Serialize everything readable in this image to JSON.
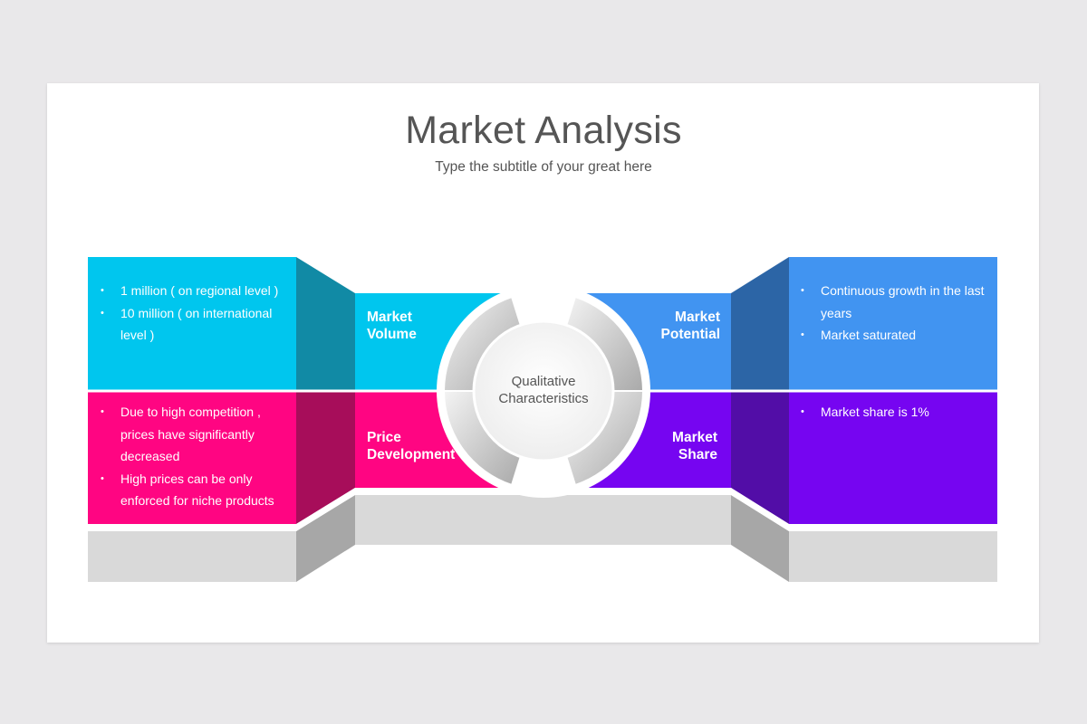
{
  "title": "Market Analysis",
  "subtitle": "Type the subtitle of your great here",
  "center": {
    "line1": "Qualitative",
    "line2": "Characteristics"
  },
  "quadrants": {
    "top_left": {
      "label_line1": "Market",
      "label_line2": "Volume",
      "bullets": [
        "1 million ( on regional level )",
        "10 million ( on international level )"
      ]
    },
    "bottom_left": {
      "label_line1": "Price",
      "label_line2": "Development",
      "bullets": [
        "Due to high competition , prices have significantly decreased",
        "High prices can be only enforced for niche products"
      ]
    },
    "top_right": {
      "label_line1": "Market",
      "label_line2": "Potential",
      "bullets": [
        "Continuous growth in the last years",
        "Market saturated"
      ]
    },
    "bottom_right": {
      "label_line1": "Market",
      "label_line2": "Share",
      "bullets": [
        "Market share is 1%"
      ]
    }
  },
  "colors": {
    "cyan": "#00c6ee",
    "cyan_dark": "#118aa5",
    "blue": "#4194f1",
    "blue_dark": "#2c65a6",
    "pink": "#ff0582",
    "pink_dark": "#a70d5a",
    "purple": "#7605f1",
    "purple_dark": "#520da7",
    "base_light": "#d9d9d9",
    "base_dark": "#a7a7a7"
  }
}
